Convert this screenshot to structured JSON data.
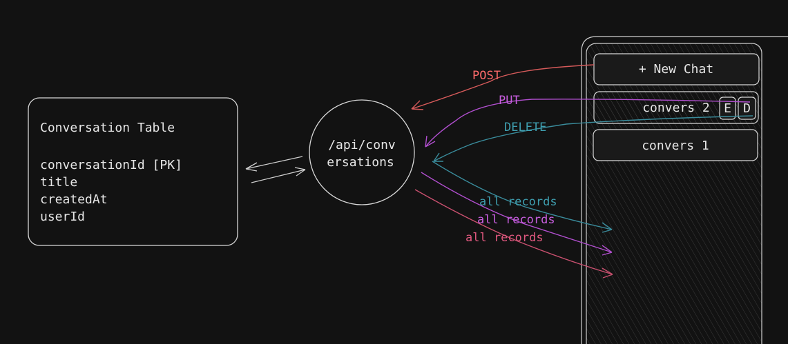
{
  "table": {
    "title": "Conversation Table",
    "fields": [
      "conversationId [PK]",
      "title",
      "createdAt",
      "userId"
    ]
  },
  "api": {
    "line1": "/api/conv",
    "line2": "ersations"
  },
  "sidebar": {
    "new_chat": "+ New Chat",
    "items": [
      {
        "label": "convers 2",
        "edit": "E",
        "delete": "D"
      },
      {
        "label": "convers 1"
      }
    ]
  },
  "methods": {
    "post": "POST",
    "put": "PUT",
    "delete": "DELETE"
  },
  "responses": [
    "all records",
    "all records",
    "all records"
  ],
  "colors": {
    "background": "#121212",
    "stroke": "#e6e6e6",
    "post": "#ff6b6b",
    "put": "#c95ee0",
    "delete": "#3f9fb0",
    "response_teal": "#3f9fb0",
    "response_purple": "#c95ee0",
    "response_pink": "#e0587f"
  }
}
